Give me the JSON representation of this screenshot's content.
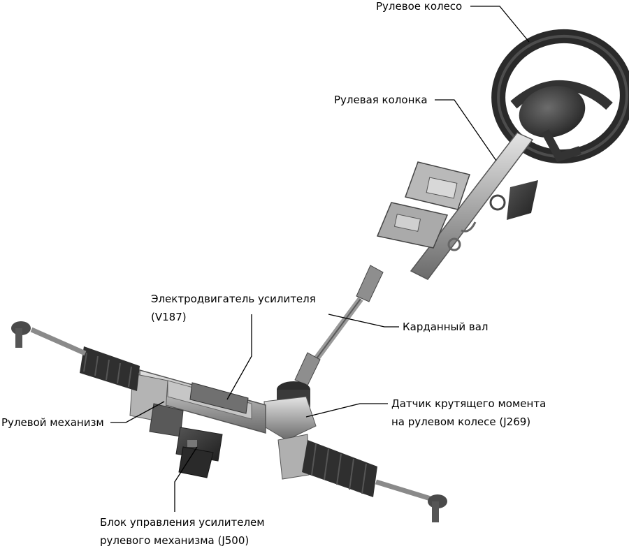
{
  "labels": {
    "steering_wheel": "Рулевое колесо",
    "steering_column": "Рулевая колонка",
    "motor_line1": "Электродвигатель усилителя",
    "motor_line2": "(V187)",
    "cardan_shaft": "Карданный вал",
    "steering_gear": "Рулевой механизм",
    "torque_sensor_line1": "Датчик крутящего момента",
    "torque_sensor_line2": "на рулевом колесе (J269)",
    "control_unit_line1": "Блок управления усилителем",
    "control_unit_line2": "рулевого механизма (J500)"
  },
  "colors": {
    "background": "#ffffff",
    "text": "#000000",
    "leader_line": "#000000",
    "metal_light": "#c9c9c9",
    "metal_mid": "#9a9a9a",
    "metal_dark": "#4a4a4a",
    "rubber": "#2b2b2b"
  }
}
